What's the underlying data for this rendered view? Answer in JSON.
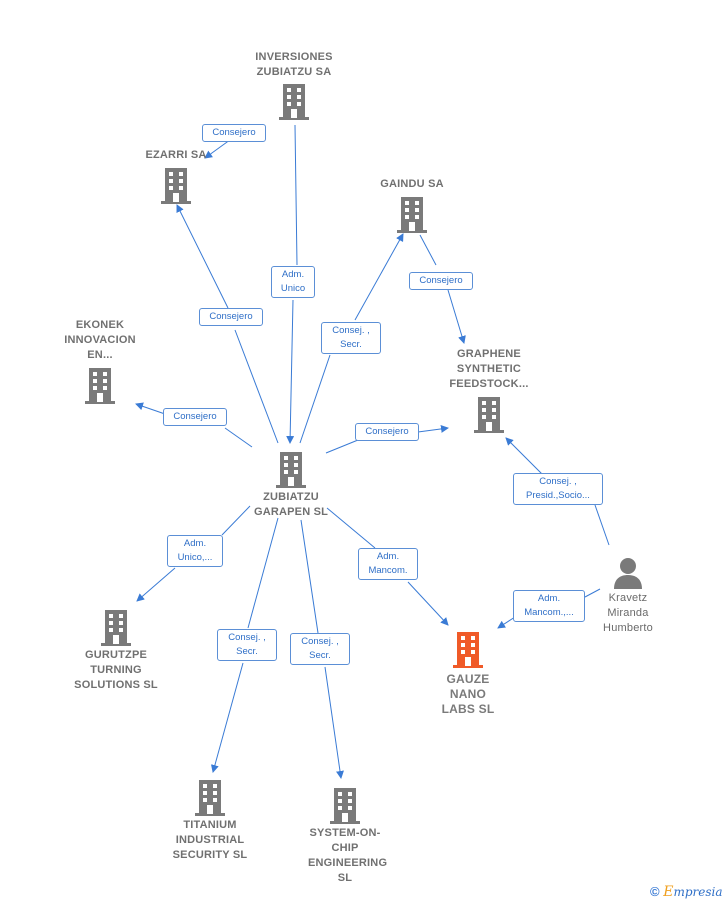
{
  "nodes": {
    "inversiones": "INVERSIONES ZUBIATZU SA",
    "ezarri": "EZARRI SA",
    "gaindu": "GAINDU SA",
    "ekonek": "EKONEK INNOVACION EN...",
    "graphene": "GRAPHENE SYNTHETIC FEEDSTOCK...",
    "zubiatzu": "ZUBIATZU GARAPEN SL",
    "gurutzpe": "GURUTZPE TURNING SOLUTIONS SL",
    "titanium": "TITANIUM INDUSTRIAL SECURITY SL",
    "system": "SYSTEM-ON-CHIP ENGINEERING SL",
    "gauze": "GAUZE NANO LABS SL",
    "kravetz": "Kravetz Miranda Humberto"
  },
  "labels": {
    "inversiones_ezarri": "Consejero",
    "inversiones_zubiatzu_1": "Adm.",
    "inversiones_zubiatzu_2": "Unico",
    "zubiatzu_ezarri": "Consejero",
    "zubiatzu_gaindu_1": "Consej. ,",
    "zubiatzu_gaindu_2": "Secr.",
    "gaindu_graphene": "Consejero",
    "zubiatzu_ekonek": "Consejero",
    "zubiatzu_graphene": "Consejero",
    "kravetz_graphene_1": "Consej. ,",
    "kravetz_graphene_2": "Presid.,Socio...",
    "zubiatzu_gurutzpe_1": "Adm.",
    "zubiatzu_gurutzpe_2": "Unico,...",
    "zubiatzu_gauze_1": "Adm.",
    "zubiatzu_gauze_2": "Mancom.",
    "kravetz_gauze_1": "Adm.",
    "kravetz_gauze_2": "Mancom.,...",
    "zubiatzu_titanium_1": "Consej. ,",
    "zubiatzu_titanium_2": "Secr.",
    "zubiatzu_system_1": "Consej. ,",
    "zubiatzu_system_2": "Secr."
  },
  "colors": {
    "edge": "#3a7bd5",
    "building": "#7a7a7a",
    "focus_building": "#f05a28",
    "person": "#7a7a7a"
  },
  "footer": {
    "symbol": "©",
    "brand_e": "E",
    "brand_rest": "mpresia"
  }
}
